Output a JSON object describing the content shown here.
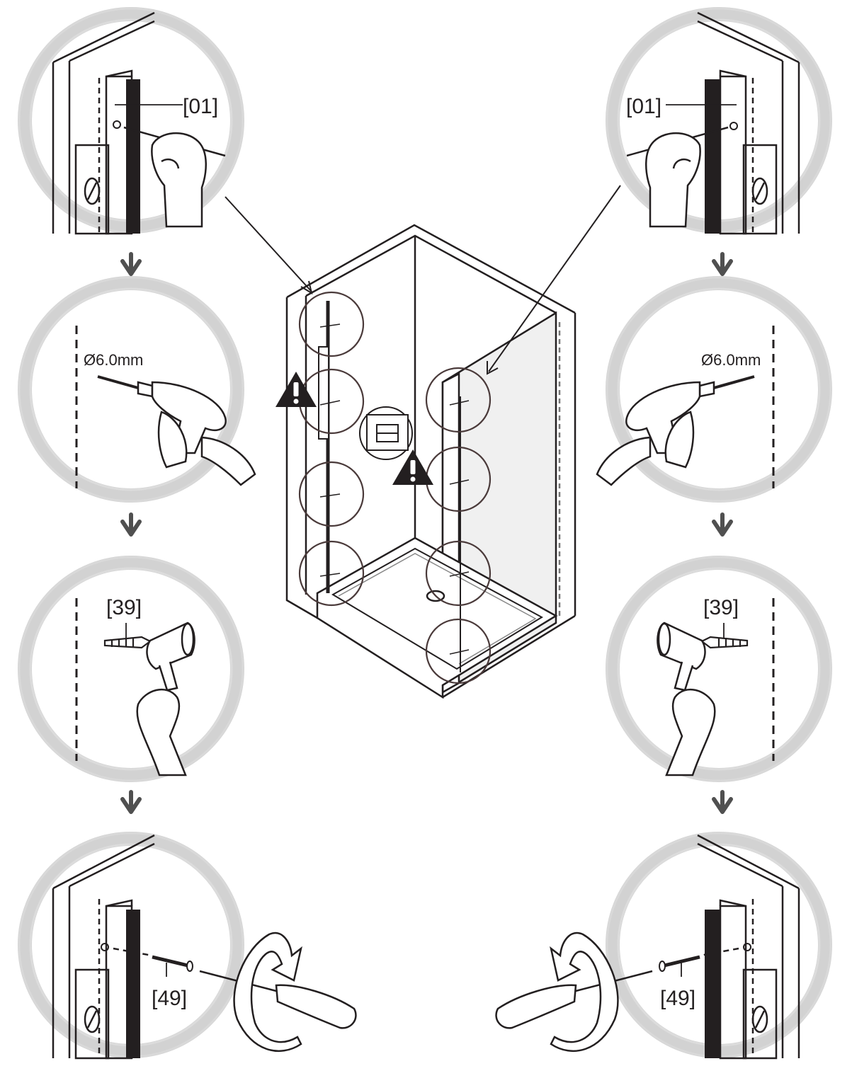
{
  "diagram": {
    "part_labels": {
      "profile_part": "[01]",
      "wall_plug": "[39]",
      "screw": "[49]"
    },
    "drill_size": "Ø6.0mm",
    "colors": {
      "ring": "#d2d2d2",
      "line": "#231f20",
      "arrow": "#505050",
      "glass": "#f0f0f0",
      "detail_circle": "#4a3a3a"
    },
    "icons": [
      "hand-with-pencil-icon",
      "drill-icon",
      "hammer-icon",
      "screwdriver-icon",
      "rotation-arrow-icon",
      "warning-icon",
      "spirit-level-icon"
    ]
  }
}
